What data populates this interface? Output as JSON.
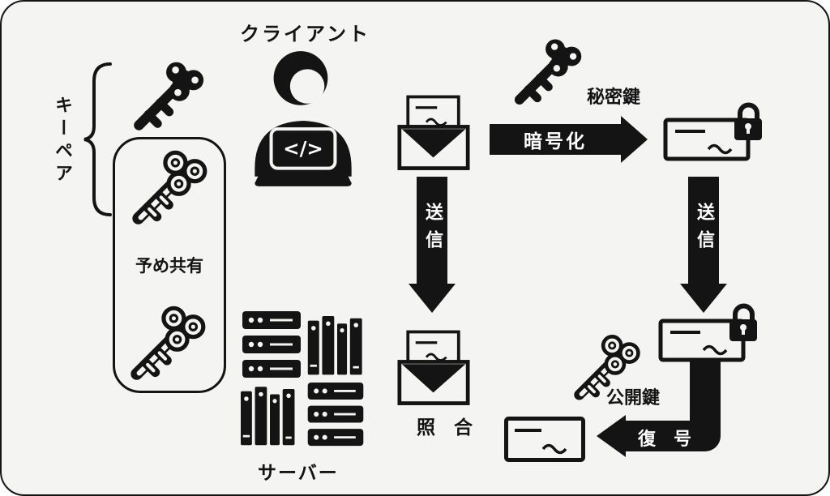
{
  "theme": {
    "background": "#f4f4f2",
    "ink": "#141414",
    "arrow_text": "#ffffff"
  },
  "labels": {
    "client": "クライアント",
    "key_pair": "キーペア",
    "pre_shared": "予め共有",
    "private_key": "秘密鍵",
    "encrypt": "暗号化",
    "send": "送信",
    "verify": "照　合",
    "public_key": "公開鍵",
    "decrypt": "復　号",
    "server": "サーバー",
    "laptop_code": "</>"
  },
  "icons": {
    "key_solid": "solid-key-icon",
    "key_outline": "outline-key-icon",
    "developer": "person-with-laptop-icon",
    "envelope": "open-envelope-with-letter-icon",
    "document_locked": "signed-document-with-padlock-icon",
    "document_plain": "signed-document-icon",
    "server_rack": "server-rack-icon",
    "binder_set": "archive-binders-icon",
    "brace": "curly-brace-shape"
  }
}
